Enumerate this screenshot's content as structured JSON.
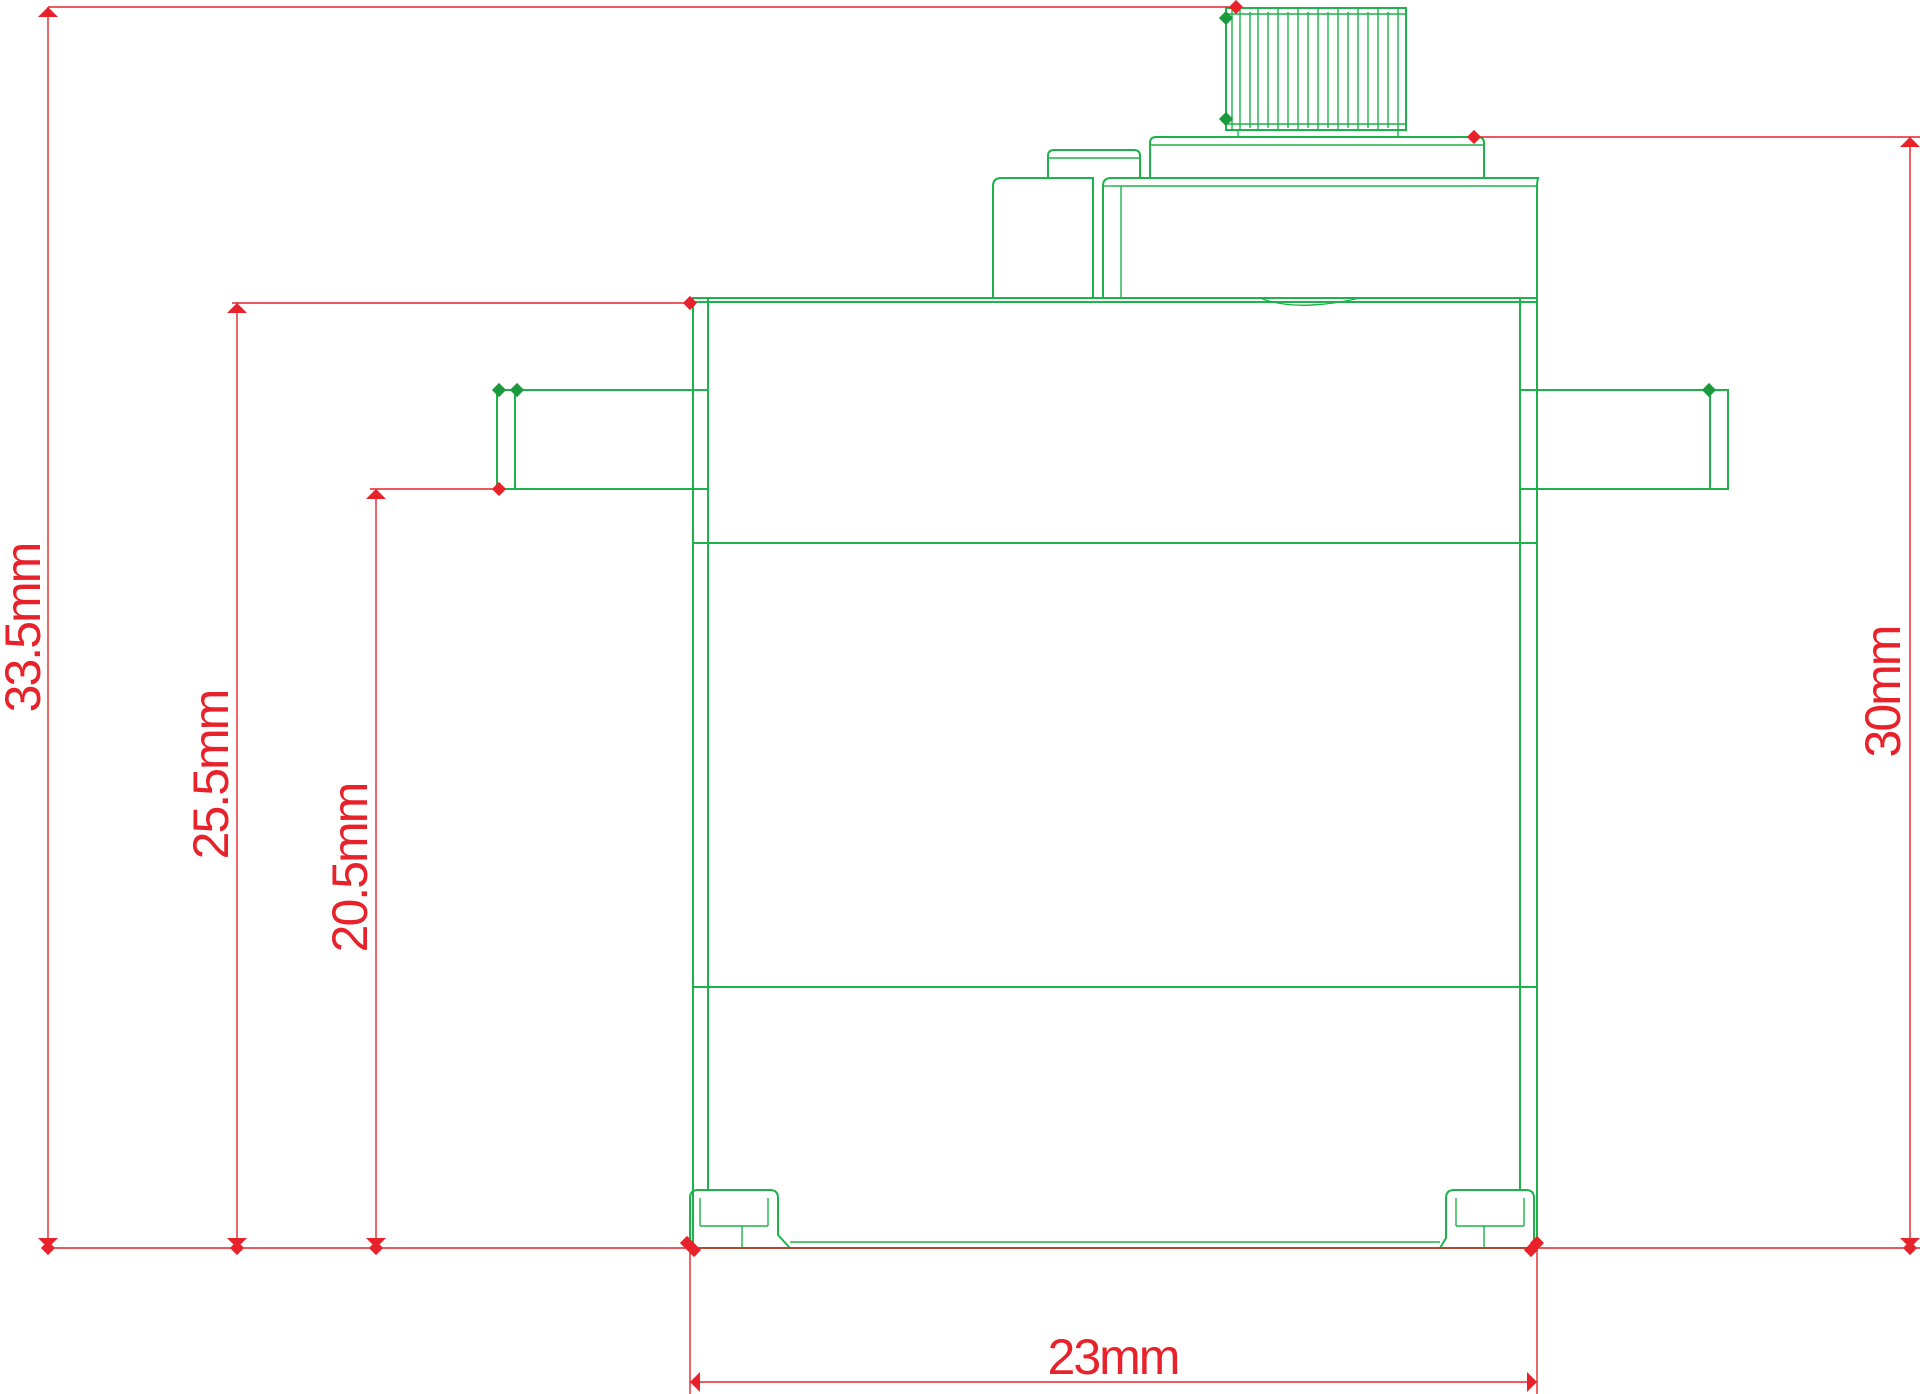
{
  "colors": {
    "outline": "#1db34a",
    "dimension": "#e8222a",
    "marker_green": "#1a9a3c",
    "background": "#ffffff"
  },
  "dimensions": {
    "total_height": "33.5mm",
    "top_to_bottom_of_body": "25.5mm",
    "flange_height": "20.5mm",
    "body_height_right": "30mm",
    "body_width": "23mm"
  }
}
